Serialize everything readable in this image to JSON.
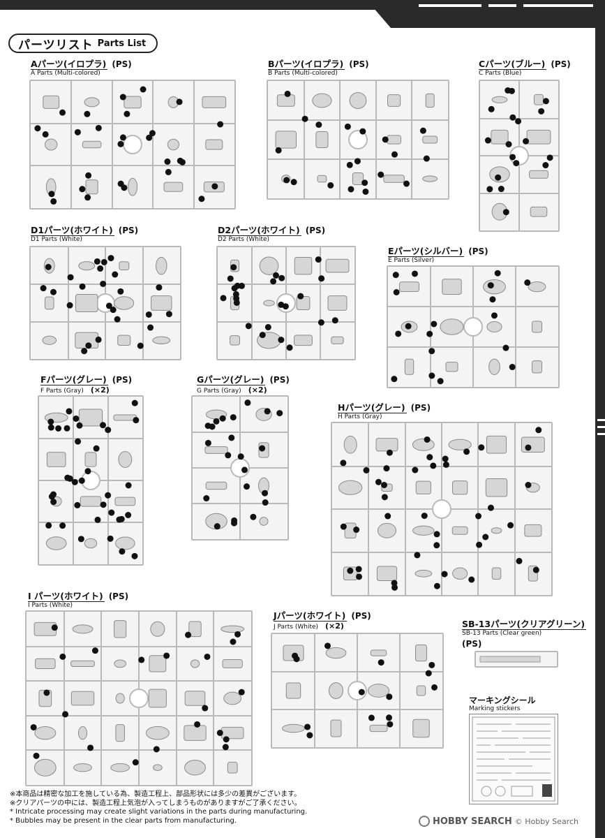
{
  "header": {
    "title_jp": "パーツリスト",
    "title_en": "Parts List"
  },
  "runners": [
    {
      "key": "A",
      "jp": "Aパーツ(イロプラ)",
      "ps": "(PS)",
      "en": "A Parts (Multi-colored)",
      "mult": ""
    },
    {
      "key": "B",
      "jp": "Bパーツ(イロプラ)",
      "ps": "(PS)",
      "en": "B Parts (Multi-colored)",
      "mult": ""
    },
    {
      "key": "C",
      "jp": "Cパーツ(ブルー)",
      "ps": "(PS)",
      "en": "C Parts (Blue)",
      "mult": ""
    },
    {
      "key": "D1",
      "jp": "D1パーツ(ホワイト)",
      "ps": "(PS)",
      "en": "D1 Parts (White)",
      "mult": ""
    },
    {
      "key": "D2",
      "jp": "D2パーツ(ホワイト)",
      "ps": "(PS)",
      "en": "D2 Parts (White)",
      "mult": ""
    },
    {
      "key": "E",
      "jp": "Eパーツ(シルバー)",
      "ps": "(PS)",
      "en": "E Parts (Silver)",
      "mult": ""
    },
    {
      "key": "F",
      "jp": "Fパーツ(グレー)",
      "ps": "(PS)",
      "en": "F Parts (Gray)",
      "mult": "(×2)"
    },
    {
      "key": "G",
      "jp": "Gパーツ(グレー)",
      "ps": "(PS)",
      "en": "G Parts (Gray)",
      "mult": "(×2)"
    },
    {
      "key": "H",
      "jp": "Hパーツ(グレー)",
      "ps": "(PS)",
      "en": "H Parts (Gray)",
      "mult": ""
    },
    {
      "key": "I",
      "jp": "I パーツ(ホワイト)",
      "ps": "(PS)",
      "en": "I Parts (White)",
      "mult": ""
    },
    {
      "key": "J",
      "jp": "Jパーツ(ホワイト)",
      "ps": "(PS)",
      "en": "J Parts (White)",
      "mult": "(×2)"
    },
    {
      "key": "SB13",
      "jp": "SB-13パーツ(クリアグリーン)",
      "ps": "(PS)",
      "en": "SB-13 Parts (Clear green)",
      "mult": ""
    }
  ],
  "stickers": {
    "jp": "マーキングシール",
    "en": "Marking stickers"
  },
  "notes": [
    "※本商品は精密な加工を施している為、製造工程上、部品形状には多少の差異がございます。",
    "※クリアパーツの中には、製造工程上気泡が入ってしまうものがありますがご了承ください。",
    "* Intricate processing may create slight variations in the parts during manufacturing.",
    "* Bubbles may be present in the clear parts from manufacturing."
  ],
  "watermark": {
    "brand": "HOBBY SEARCH",
    "copyright": "© Hobby Search"
  },
  "colors": {
    "runner_frame": "#b9b9b9",
    "runner_fill": "#f4f4f4",
    "part_fill": "#d6d6d6",
    "badge": "#111111"
  }
}
